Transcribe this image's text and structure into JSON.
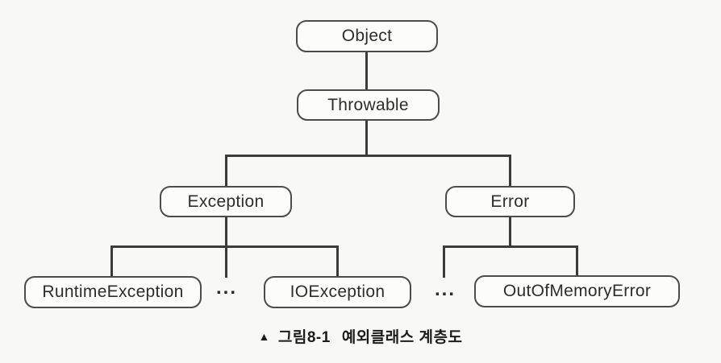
{
  "diagram": {
    "type": "tree-hierarchy",
    "subject": "Java exception class hierarchy",
    "nodes": [
      {
        "id": "object",
        "label": "Object"
      },
      {
        "id": "throwable",
        "label": "Throwable"
      },
      {
        "id": "exception",
        "label": "Exception"
      },
      {
        "id": "error",
        "label": "Error"
      },
      {
        "id": "runtime-exception",
        "label": "RuntimeException"
      },
      {
        "id": "ellipsis-left",
        "label": "..."
      },
      {
        "id": "io-exception",
        "label": "IOException"
      },
      {
        "id": "ellipsis-right",
        "label": "..."
      },
      {
        "id": "out-of-memory-error",
        "label": "OutOfMemoryError"
      }
    ],
    "edges": [
      {
        "parent": "object",
        "child": "throwable"
      },
      {
        "parent": "throwable",
        "child": "exception"
      },
      {
        "parent": "throwable",
        "child": "error"
      },
      {
        "parent": "exception",
        "child": "runtime-exception"
      },
      {
        "parent": "exception",
        "child": "ellipsis-left"
      },
      {
        "parent": "exception",
        "child": "io-exception"
      },
      {
        "parent": "error",
        "child": "ellipsis-right"
      },
      {
        "parent": "error",
        "child": "out-of-memory-error"
      }
    ],
    "caption": {
      "marker": "▲",
      "figure_label": "그림8-1",
      "title": "예외클래스 계층도"
    },
    "colors": {
      "background": "#f8f8f6",
      "box_fill": "#fcfcfb",
      "box_border": "#4c4c4c",
      "line": "#3b3b3b",
      "text": "#2d2d2d",
      "caption_text": "#1c1c1c"
    }
  }
}
